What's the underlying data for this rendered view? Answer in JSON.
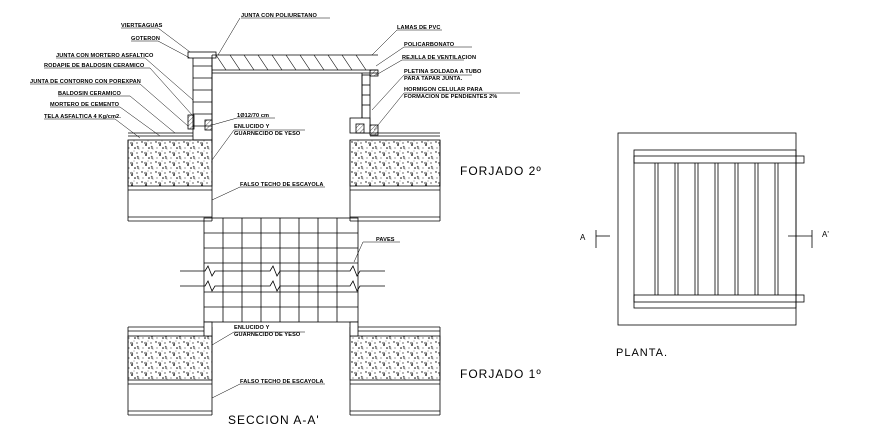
{
  "section": {
    "title": "SECCION A-A'",
    "floor_upper": "FORJADO 2º",
    "floor_lower": "FORJADO 1º"
  },
  "plan": {
    "title": "PLANTA.",
    "marker_left": "A",
    "marker_right": "A'"
  },
  "labels": {
    "vierteaguas": "VIERTEAGUAS",
    "goteron": "GOTERON",
    "junta_mortero": "JUNTA CON MORTERO ASFALTICO",
    "rodapie": "RODAPIE DE BALDOSIN CERAMICO",
    "junta_contorno": "JUNTA DE CONTORNO CON POREXPAN",
    "baldosin": "BALDOSIN CERAMICO",
    "mortero": "MORTERO DE CEMENTO",
    "tela": "TELA ASFALTICA 4 Kg/cm2.",
    "junta_poliuretano": "JUNTA CON POLIURETANO",
    "lamas": "LAMAS DE PVC",
    "policarbonato": "POLICARBONATO",
    "rejilla": "REJILLA DE VENTILACION",
    "pletina_1": "PLETINA SOLDADA A TUBO",
    "pletina_2": "PARA TAPAR JUNTA.",
    "hormigon_1": "HORMIGON CELULAR PARA",
    "hormigon_2": "FORMACION DE PENDIENTES 2%",
    "rebar": "1Ø12/70 cm",
    "enlucido_1": "ENLUCIDO Y",
    "enlucido_2": "GUARNECIDO DE YESO",
    "falso_techo": "FALSO TECHO DE ESCAYOLA",
    "paves": "PAVES",
    "enlucido_lower_1": "ENLUCIDO Y",
    "enlucido_lower_2": "GUARNECIDO DE YESO",
    "falso_techo_lower": "FALSO TECHO DE ESCAYOLA"
  }
}
